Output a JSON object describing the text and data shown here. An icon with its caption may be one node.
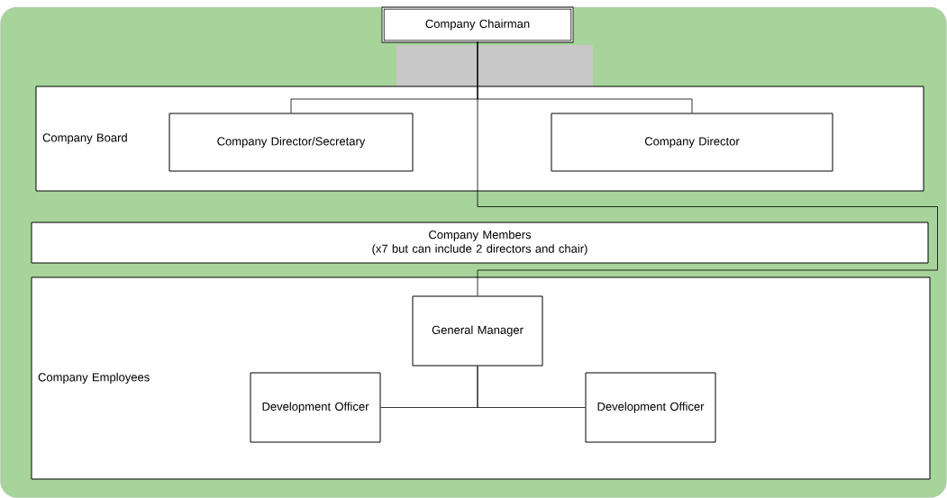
{
  "diagram": {
    "nodes": [
      {
        "text": [
          "Company Chairman"
        ]
      },
      {
        "text": [
          "Company Board"
        ]
      },
      {
        "text": [
          "Company Director/Secretary"
        ],
        "in": 1
      },
      {
        "text": [
          "Company Director"
        ],
        "in": 1
      },
      {
        "text": [
          "Company Members",
          "(x7 but can include 2 directors and chair)"
        ]
      },
      {
        "text": [
          "Company Employees"
        ]
      },
      {
        "text": [
          "General Manager"
        ],
        "in": 5
      },
      {
        "text": [
          "Development Officer"
        ],
        "in": 5
      },
      {
        "text": [
          "Development Officer"
        ],
        "in": 5
      }
    ],
    "edges": [
      {
        "from": 0,
        "to": 2,
        "arrow": "none"
      },
      {
        "from": 0,
        "to": 3,
        "arrow": "none"
      },
      {
        "from": 0,
        "to": 6,
        "arrow": "none"
      },
      {
        "from": 6,
        "to": 7,
        "arrow": "none"
      },
      {
        "from": 6,
        "to": 8,
        "arrow": "none"
      }
    ]
  }
}
